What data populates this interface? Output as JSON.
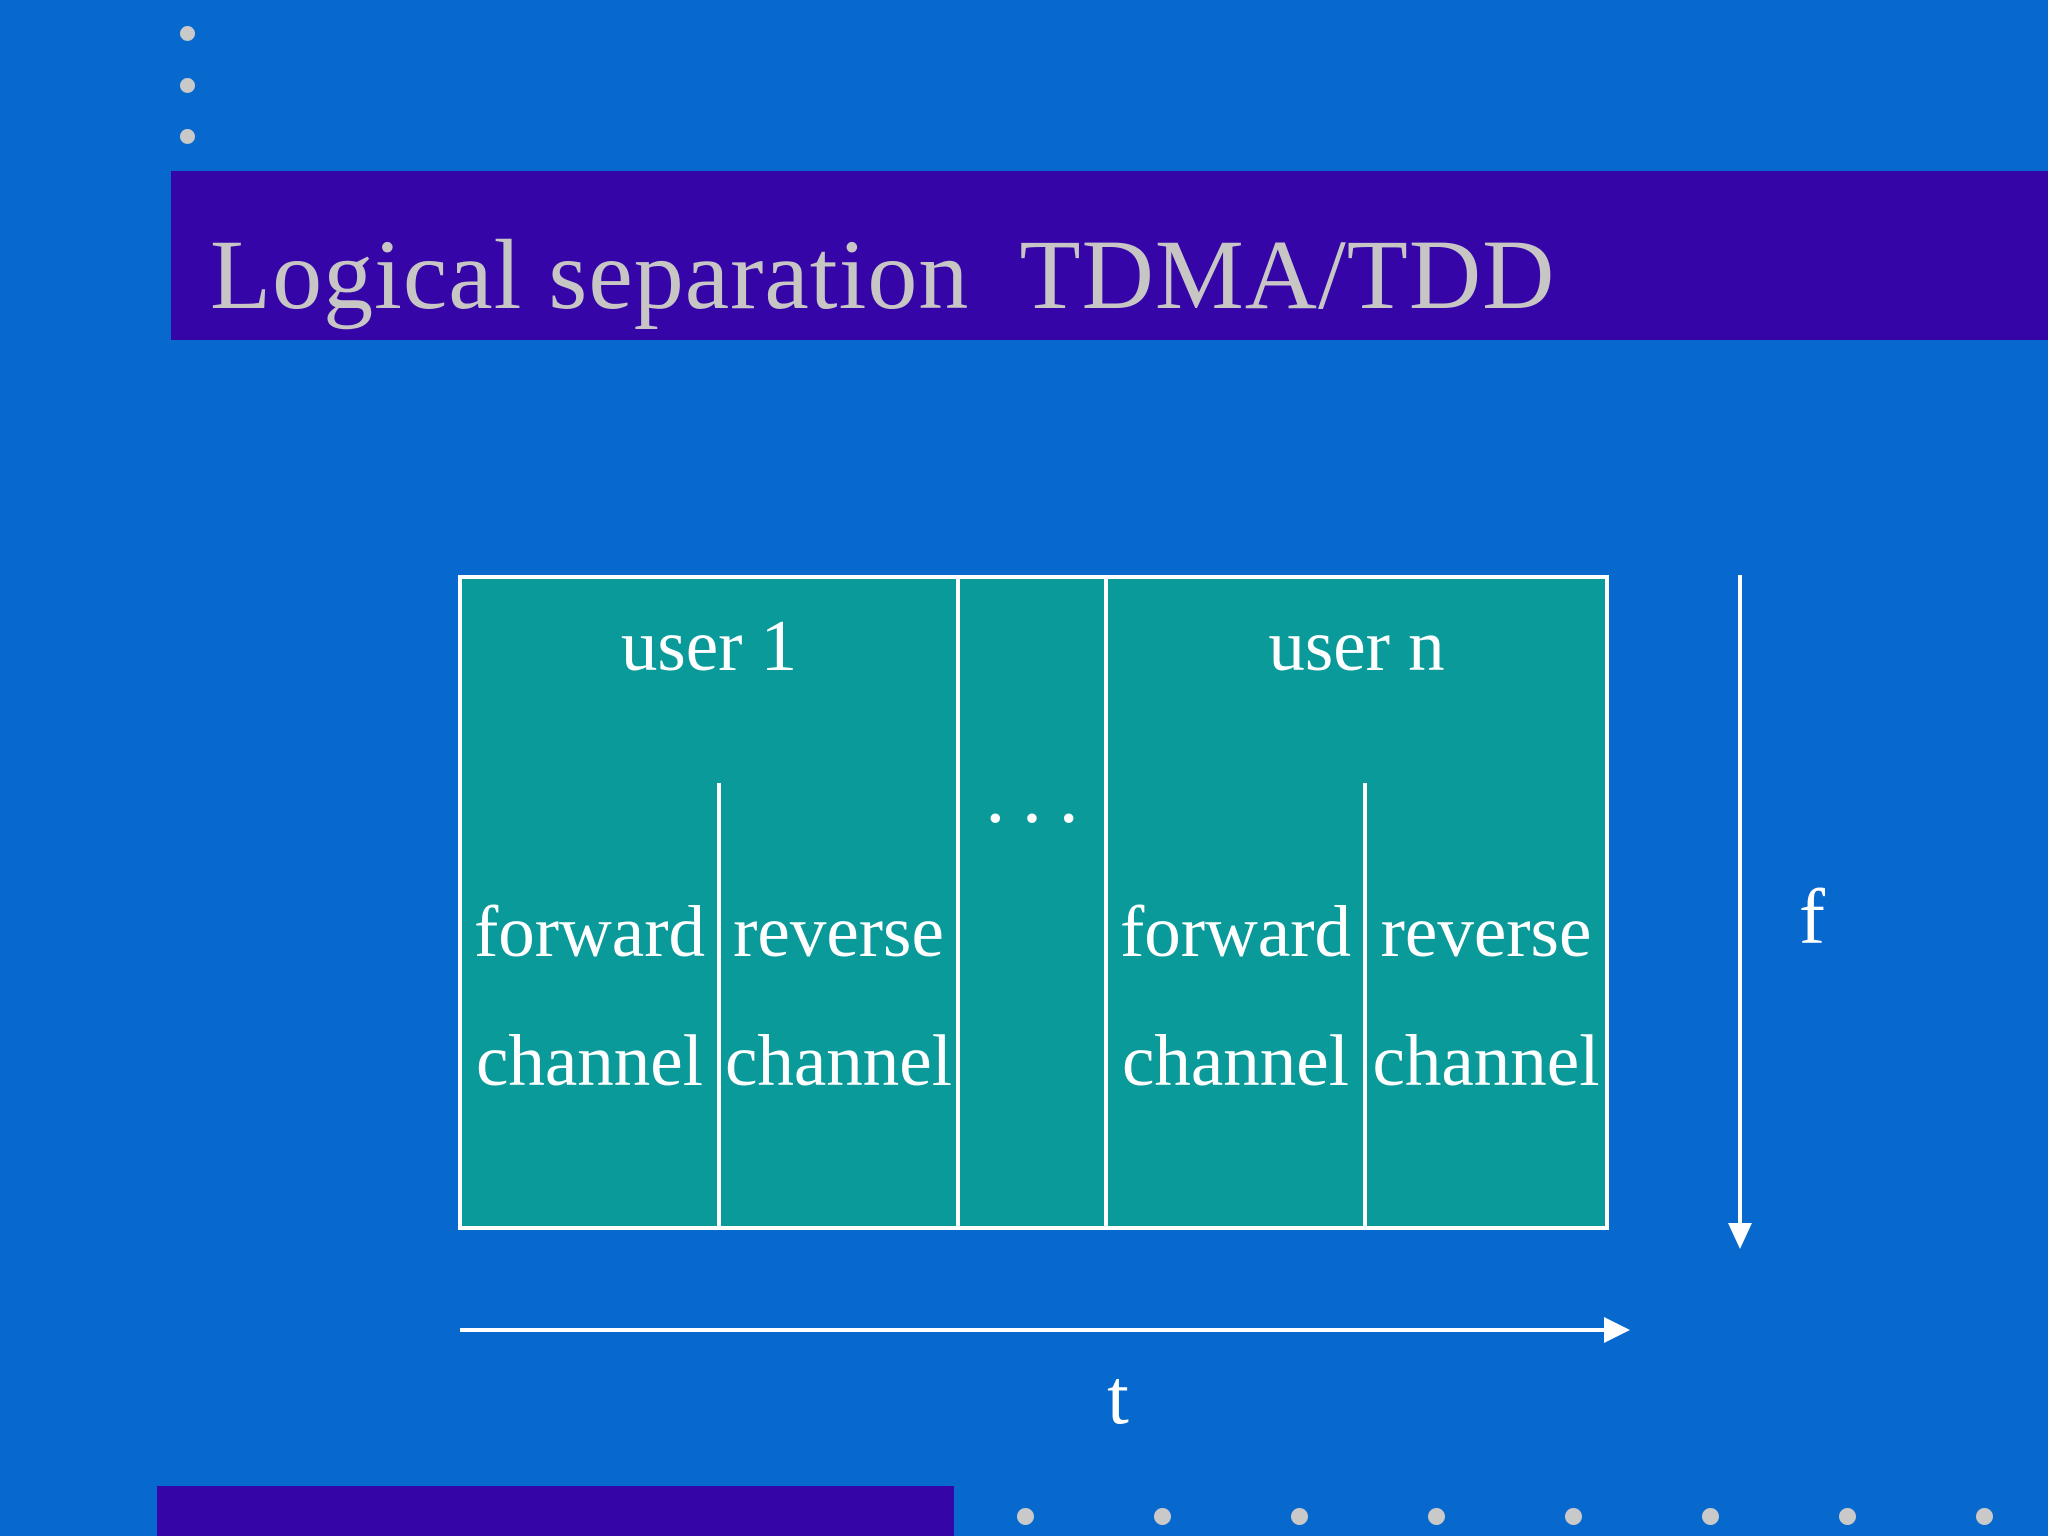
{
  "slide": {
    "title": "Logical separation  TDMA/TDD"
  },
  "colors": {
    "background": "#0768CE",
    "accent_bar": "#3505A8",
    "diagram_fill": "#0B9A9A",
    "diagram_lines": "#FFFFFF",
    "diagram_text": "#FFFFFF",
    "title_text": "#C8C5C5",
    "decorative_dots": "#C9C9C9"
  },
  "diagram": {
    "users": [
      {
        "label": "user 1",
        "channels": [
          {
            "line1": "forward",
            "line2": "channel"
          },
          {
            "line1": "reverse",
            "line2": "channel"
          }
        ]
      },
      {
        "label": "user n",
        "channels": [
          {
            "line1": "forward",
            "line2": "channel"
          },
          {
            "line1": "reverse",
            "line2": "channel"
          }
        ]
      }
    ],
    "ellipsis": "···",
    "freq_axis_label": "f",
    "time_axis_label": "t"
  }
}
